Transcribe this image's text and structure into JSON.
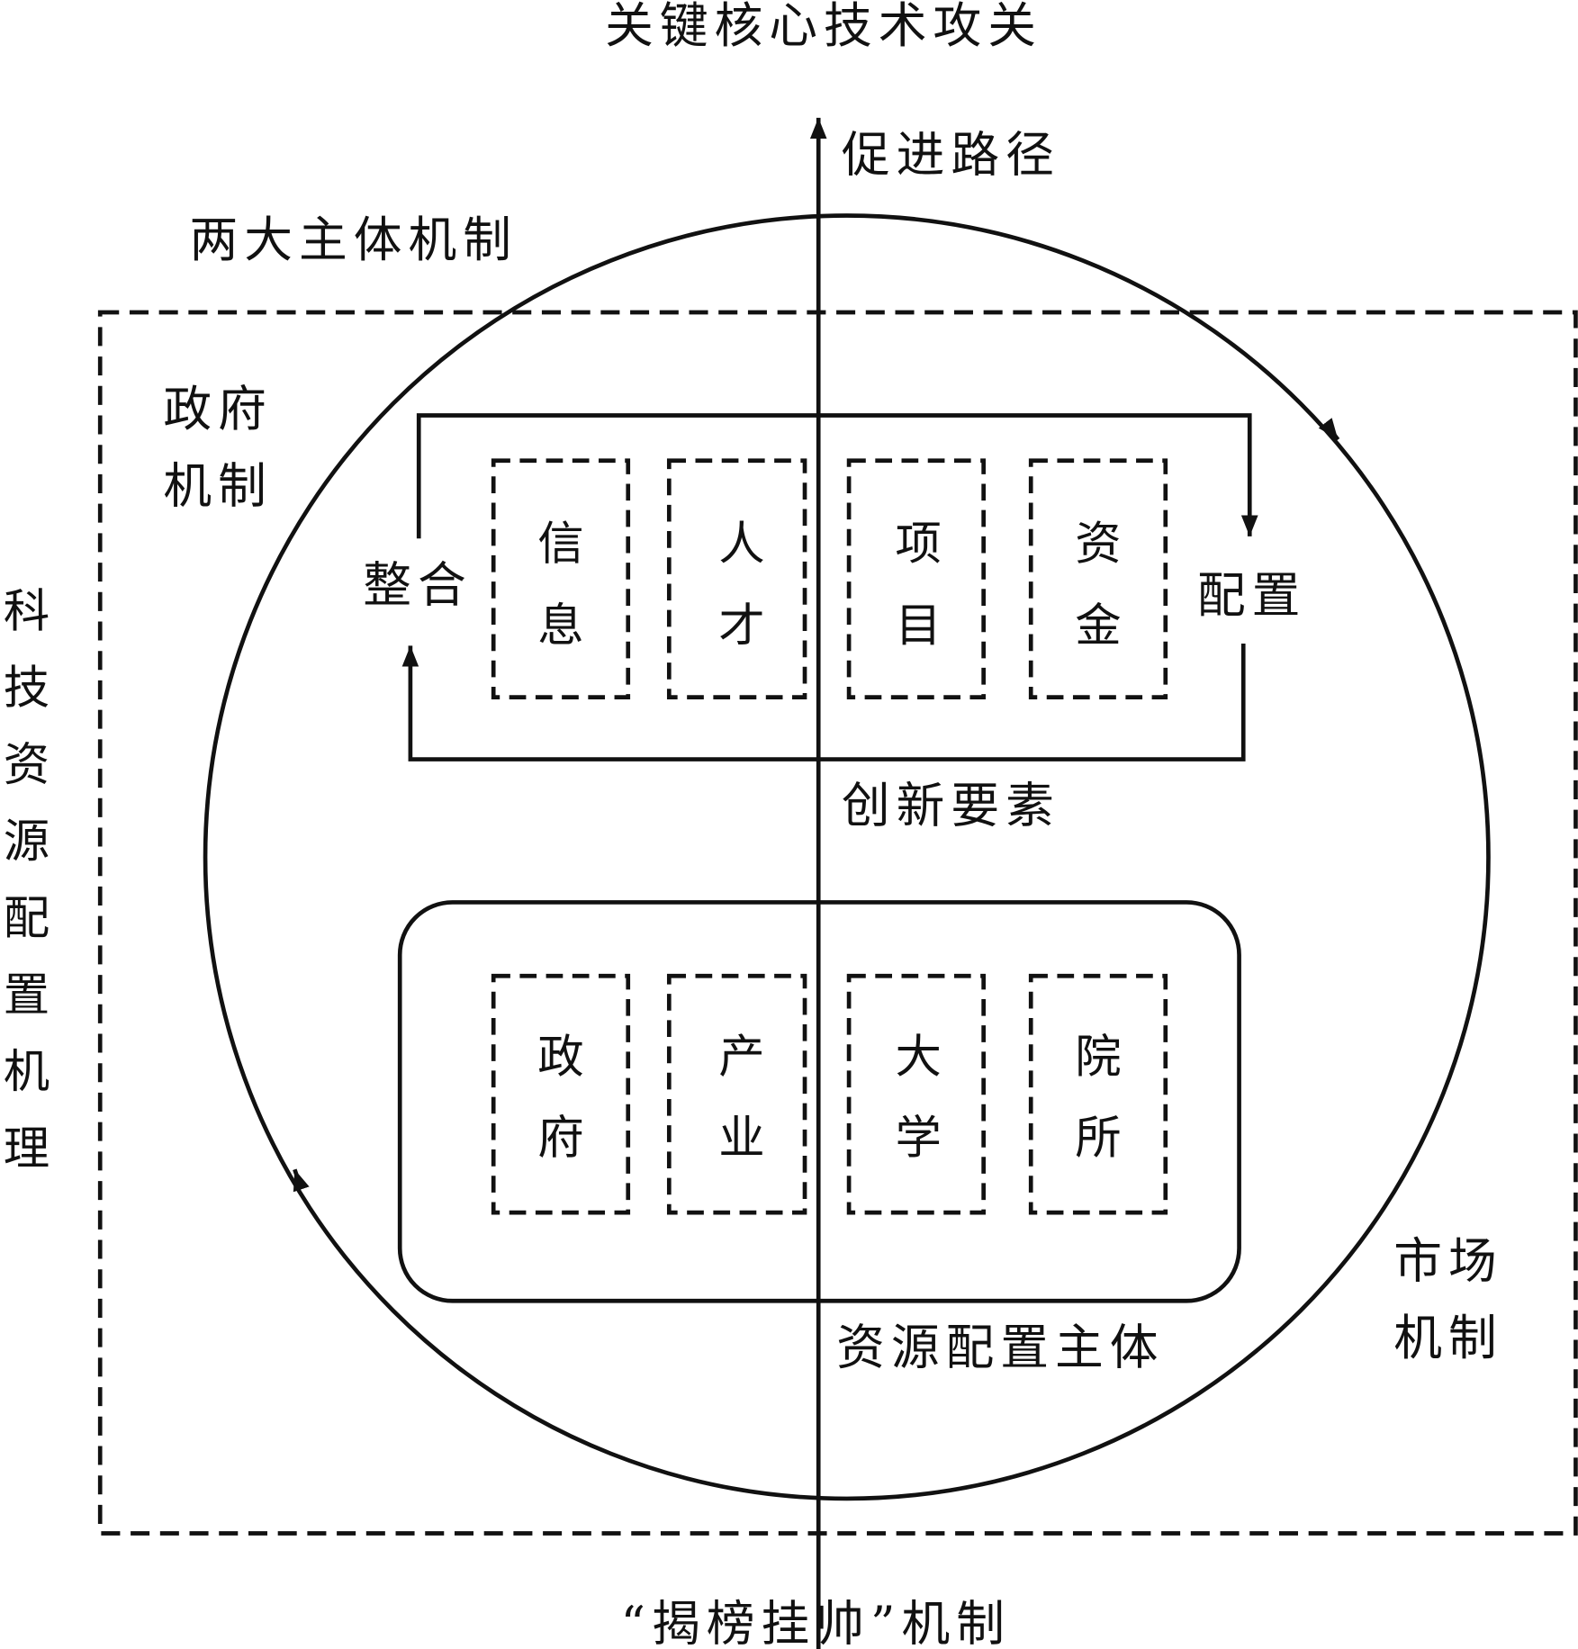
{
  "title": "关键核心技术攻关",
  "axis_label": "促进路径",
  "bottom_label": "“揭榜挂帅”机制",
  "two_mechanisms": "两大主体机制",
  "left_vertical": [
    "科",
    "技",
    "资",
    "源",
    "配",
    "置",
    "机",
    "理"
  ],
  "gov_mechanism": [
    "政府",
    "机制"
  ],
  "market_mechanism": [
    "市场",
    "机制"
  ],
  "integrate": "整合",
  "allocate": "配置",
  "innovation_elements_label": "创新要素",
  "innovation_elements": [
    [
      "信",
      "息"
    ],
    [
      "人",
      "才"
    ],
    [
      "项",
      "目"
    ],
    [
      "资",
      "金"
    ]
  ],
  "subjects_label": "资源配置主体",
  "subjects": [
    [
      "政",
      "府"
    ],
    [
      "产",
      "业"
    ],
    [
      "大",
      "学"
    ],
    [
      "院",
      "所"
    ]
  ]
}
